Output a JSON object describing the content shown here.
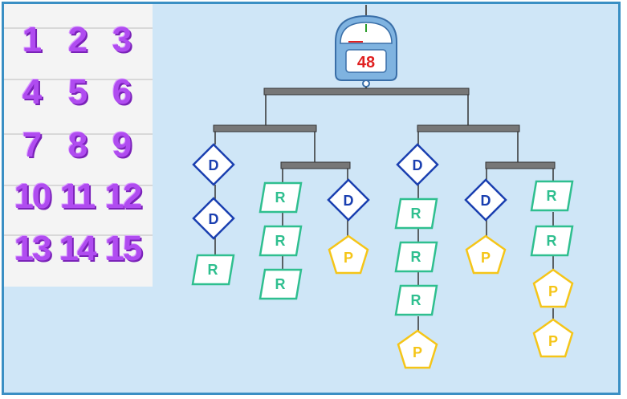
{
  "palette": {
    "numbers": [
      "1",
      "2",
      "3",
      "4",
      "5",
      "6",
      "7",
      "8",
      "9",
      "10",
      "11",
      "12",
      "13",
      "14",
      "15"
    ]
  },
  "scale": {
    "reading": "48"
  },
  "node_labels": {
    "divider": "D",
    "remainder": "R",
    "prime": "P"
  },
  "colors": {
    "frame_border": "#3a8fc4",
    "background": "#cfe6f7",
    "number_purple": "#b04cf0",
    "divider_blue": "#1a3fb0",
    "remainder_green": "#2fbf8f",
    "prime_yellow": "#f5c518",
    "scale_readout_red": "#e02020"
  }
}
